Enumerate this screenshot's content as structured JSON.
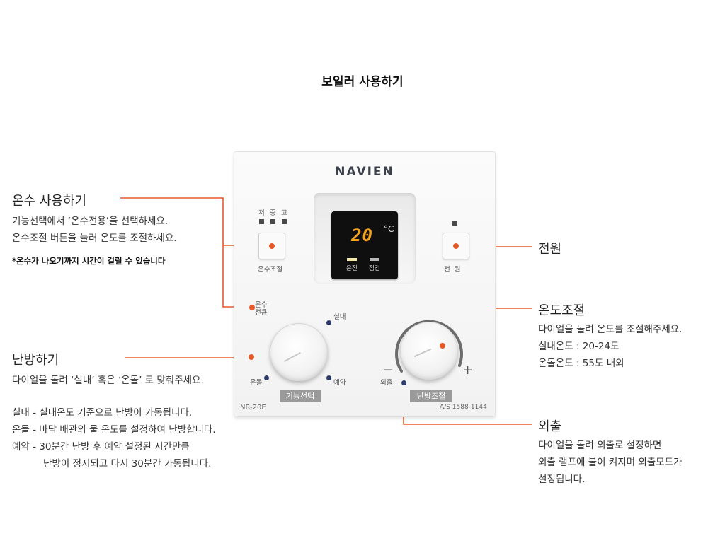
{
  "page": {
    "title": "보일러 사용하기"
  },
  "device": {
    "brand": "NAVIEN",
    "temp_display": "20",
    "temp_unit": "°C",
    "lcd_labels": [
      "운전",
      "점검"
    ],
    "hotwater_levels": [
      "저",
      "중",
      "고"
    ],
    "hotwater_button_label": "온수조절",
    "power_button_label": "전  원",
    "function_dial": {
      "options": {
        "hotwater": "온수\n전용",
        "indoor": "실내",
        "ondol": "온돌",
        "reserve": "예약"
      },
      "plate": "기능선택"
    },
    "heating_dial": {
      "minus": "−",
      "plus": "+",
      "away_label": "외출",
      "plate": "난방조절"
    },
    "model": "NR-20E",
    "as_number": "A/S 1588-1144",
    "colors": {
      "lcd_digits": "#f4a41b",
      "callout": "#e85a2a",
      "led_run": "#f4e8a8"
    }
  },
  "annotations": {
    "hotwater": {
      "title": "온수 사용하기",
      "lines": [
        "기능선택에서 ‘온수전용’을 선택하세요.",
        "온수조절 버튼을 눌러 온도를 조절하세요."
      ],
      "note": "*온수가 나오기까지 시간이 걸릴 수 있습니다"
    },
    "power": {
      "title": "전원"
    },
    "temp": {
      "title": "온도조절",
      "lines": [
        "다이얼을 돌려 온도를 조절해주세요.",
        "실내온도 : 20-24도",
        "온돌온도 : 55도 내외"
      ]
    },
    "heating": {
      "title": "난방하기",
      "lines": [
        "다이얼을 돌려 ‘실내’ 혹은 ‘온돌’ 로 맞춰주세요."
      ],
      "modes": [
        "실내 - 실내온도 기준으로 난방이 가동됩니다.",
        "온돌 - 바닥 배관의 물 온도를 설정하여 난방합니다.",
        "예약 - 30분간 난방 후 예약 설정된 시간만큼",
        "난방이 정지되고 다시 30분간 가동됩니다."
      ]
    },
    "away": {
      "title": "외출",
      "lines": [
        "다이얼을 돌려 외출로 설정하면",
        "외출 램프에 불이 켜지며 외출모드가",
        "설정됩니다."
      ]
    }
  }
}
